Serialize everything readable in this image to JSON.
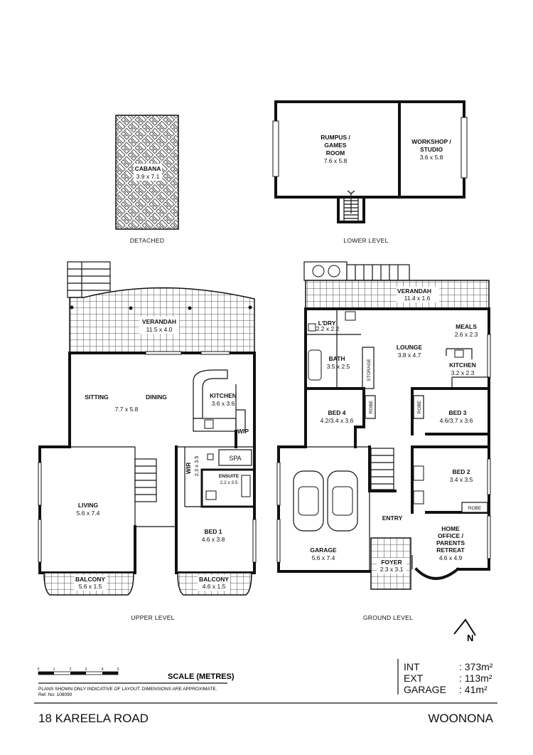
{
  "levels": {
    "detached": "DETACHED",
    "lower": "LOWER LEVEL",
    "upper": "UPPER LEVEL",
    "ground": "GROUND LEVEL"
  },
  "rooms": {
    "cabana": {
      "name": "CABANA",
      "dim": "3.9 x 7.1"
    },
    "rumpus": {
      "name1": "RUMPUS /",
      "name2": "GAMES",
      "name3": "ROOM",
      "dim": "7.6 x 5.8"
    },
    "workshop": {
      "name1": "WORKSHOP /",
      "name2": "STUDIO",
      "dim": "3.6 x 5.8"
    },
    "verandah_up": {
      "name": "VERANDAH",
      "dim": "11.5 x 4.0"
    },
    "sitting": {
      "name": "SITTING"
    },
    "dining": {
      "name": "DINING",
      "dim": "7.7 x 5.8"
    },
    "kitchen_up": {
      "name": "KITCHEN",
      "dim": "3.6 x 3.6"
    },
    "wip": {
      "name": "WIP"
    },
    "spa": {
      "name": "SPA"
    },
    "wir": {
      "name": "WIR",
      "dim": "2.3 x 3.5"
    },
    "ensuite": {
      "name": "ENSUITE",
      "dim": "2.2 x 3.5"
    },
    "living": {
      "name": "LIVING",
      "dim": "5.6 x 7.4"
    },
    "bed1": {
      "name": "BED 1",
      "dim": "4.6 x 3.8"
    },
    "balcony_l": {
      "name": "BALCONY",
      "dim": "5.6 x 1.5"
    },
    "balcony_r": {
      "name": "BALCONY",
      "dim": "4.6 x 1.5"
    },
    "verandah_gr": {
      "name": "VERANDAH",
      "dim": "11.4 x 1.6"
    },
    "ldry": {
      "name": "L'DRY",
      "dim": "2.2 x 2.2"
    },
    "meals": {
      "name": "MEALS",
      "dim": "2.6 x 2.3"
    },
    "lounge": {
      "name": "LOUNGE",
      "dim": "3.8 x 4.7"
    },
    "bath": {
      "name": "BATH",
      "dim": "3.5 x 2.5"
    },
    "storage": {
      "name": "STORAGE"
    },
    "kitchen_gr": {
      "name": "KITCHEN",
      "dim": "3.2 x 2.3"
    },
    "bed4": {
      "name": "BED 4",
      "dim": "4.2/3.4 x 3.6"
    },
    "robe4": {
      "name": "ROBE"
    },
    "robe3": {
      "name": "ROBE"
    },
    "bed3": {
      "name": "BED 3",
      "dim": "4.6/3.7 x 3.6"
    },
    "bed2": {
      "name": "BED 2",
      "dim": "3.4 x 3.5"
    },
    "robe2": {
      "name": "ROBE"
    },
    "garage": {
      "name": "GARAGE",
      "dim": "5.6 x 7.4"
    },
    "entry": {
      "name": "ENTRY"
    },
    "foyer": {
      "name": "FOYER",
      "dim": "2.3 x 3.1"
    },
    "office": {
      "name1": "HOME",
      "name2": "OFFICE /",
      "name3": "PARENTS",
      "name4": "RETREAT",
      "dim": "4.6 x 4.9"
    }
  },
  "scale": {
    "title": "SCALE (METRES)",
    "ticks": [
      "0",
      "1",
      "2",
      "3",
      "4",
      "5"
    ]
  },
  "disclaimer": {
    "line1": "PLANS SHOWN ONLY INDICATIVE OF LAYOUT.  DIMENSIONS ARE APPROXIMATE.",
    "line2": "Ref. No: 108090"
  },
  "areas": [
    {
      "label": "INT",
      "value": ": 373m²"
    },
    {
      "label": "EXT",
      "value": ": 113m²"
    },
    {
      "label": "GARAGE",
      "value": ":   41m²"
    }
  ],
  "compass": {
    "letter": "N",
    "icon": "north-arrow-icon"
  },
  "address": {
    "street": "18 KAREELA ROAD",
    "suburb": "WOONONA"
  }
}
